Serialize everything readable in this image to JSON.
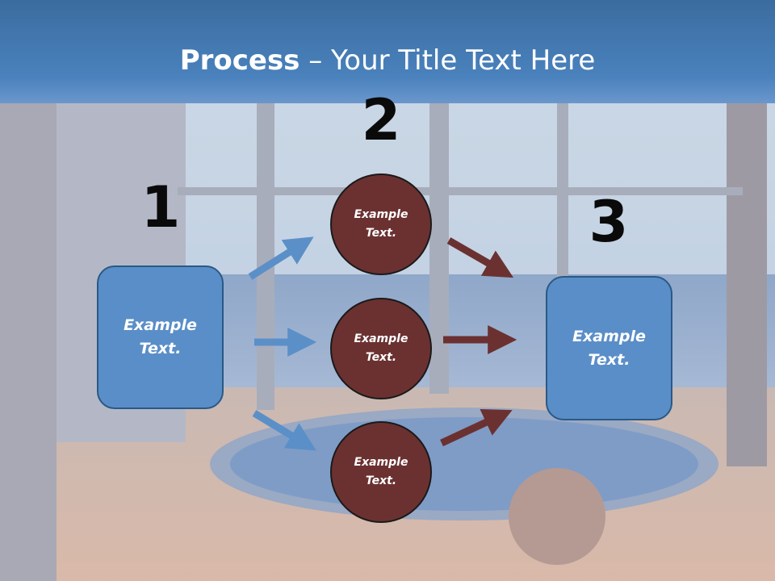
{
  "title": {
    "bold": "Process",
    "rest": " – Your Title Text Here"
  },
  "steps": [
    {
      "number": "1",
      "label_line1": "Example",
      "label_line2": "Text."
    },
    {
      "number": "2"
    },
    {
      "number": "3",
      "label_line1": "Example",
      "label_line2": "Text."
    }
  ],
  "circles": [
    {
      "line1": "Example",
      "line2": "Text."
    },
    {
      "line1": "Example",
      "line2": "Text."
    },
    {
      "line1": "Example",
      "line2": "Text."
    }
  ],
  "colors": {
    "box_fill": "#5a8ec8",
    "circle_fill": "#6b3131",
    "blue_arrow": "#5b8fc8",
    "red_arrow": "#6b3131",
    "title_band": "#4a82bd"
  }
}
